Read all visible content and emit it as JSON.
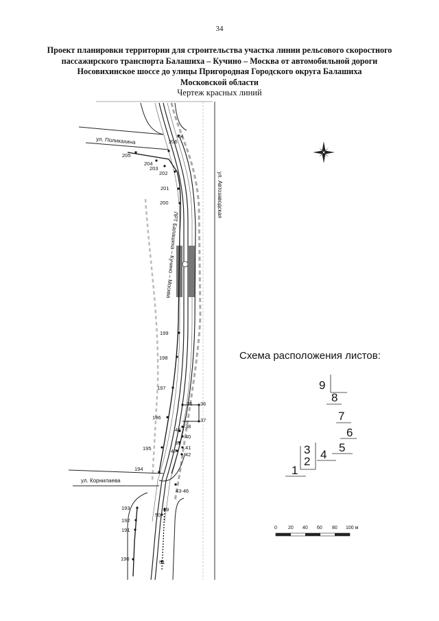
{
  "page_number": "34",
  "title_lines": [
    "Проект планировки территории для строительства участка линии рельсового скоростного",
    "пассажирского транспорта Балашиха – Кучино – Москва от автомобильной дороги",
    "Носовихинское шоссе до улицы Пригородная Городского округа Балашиха",
    "Московской области"
  ],
  "subtitle": "Чертеж красных линий",
  "streets": {
    "polikakhina": "ул. Поликахина",
    "avtozavodskaya": "ул. Автозаводская",
    "kornilaeva": "ул. Корнилаева",
    "line_name": "ЛРТ Балашиха – Кучино – Москва"
  },
  "points": {
    "p34": "34",
    "p206": "206",
    "p205": "205",
    "p204": "204",
    "p203": "203",
    "p202": "202",
    "p201": "201",
    "p200": "200",
    "p199": "199",
    "p198": "198",
    "p197": "197",
    "p196": "196",
    "p195": "195",
    "p194": "194",
    "p193": "193",
    "p192": "192",
    "p191": "191",
    "p190": "190",
    "p35": "35",
    "p36": "36",
    "p37": "37",
    "p38": "38",
    "p48": "48",
    "p40": "40",
    "p39": "39",
    "p41": "41",
    "p47": "47",
    "p42": "42",
    "p4346": "43-46",
    "p49": "49",
    "p50": "50",
    "p51": "51"
  },
  "scheme": {
    "title": "Схема расположения листов:",
    "sheets": {
      "s1": "1",
      "s2": "2",
      "s3": "3",
      "s4": "4",
      "s5": "5",
      "s6": "6",
      "s7": "7",
      "s8": "8",
      "s9": "9"
    }
  },
  "scale_bar": {
    "l0": "0",
    "l20": "20",
    "l40": "40",
    "l60": "60",
    "l80": "80",
    "l100": "100 м"
  }
}
